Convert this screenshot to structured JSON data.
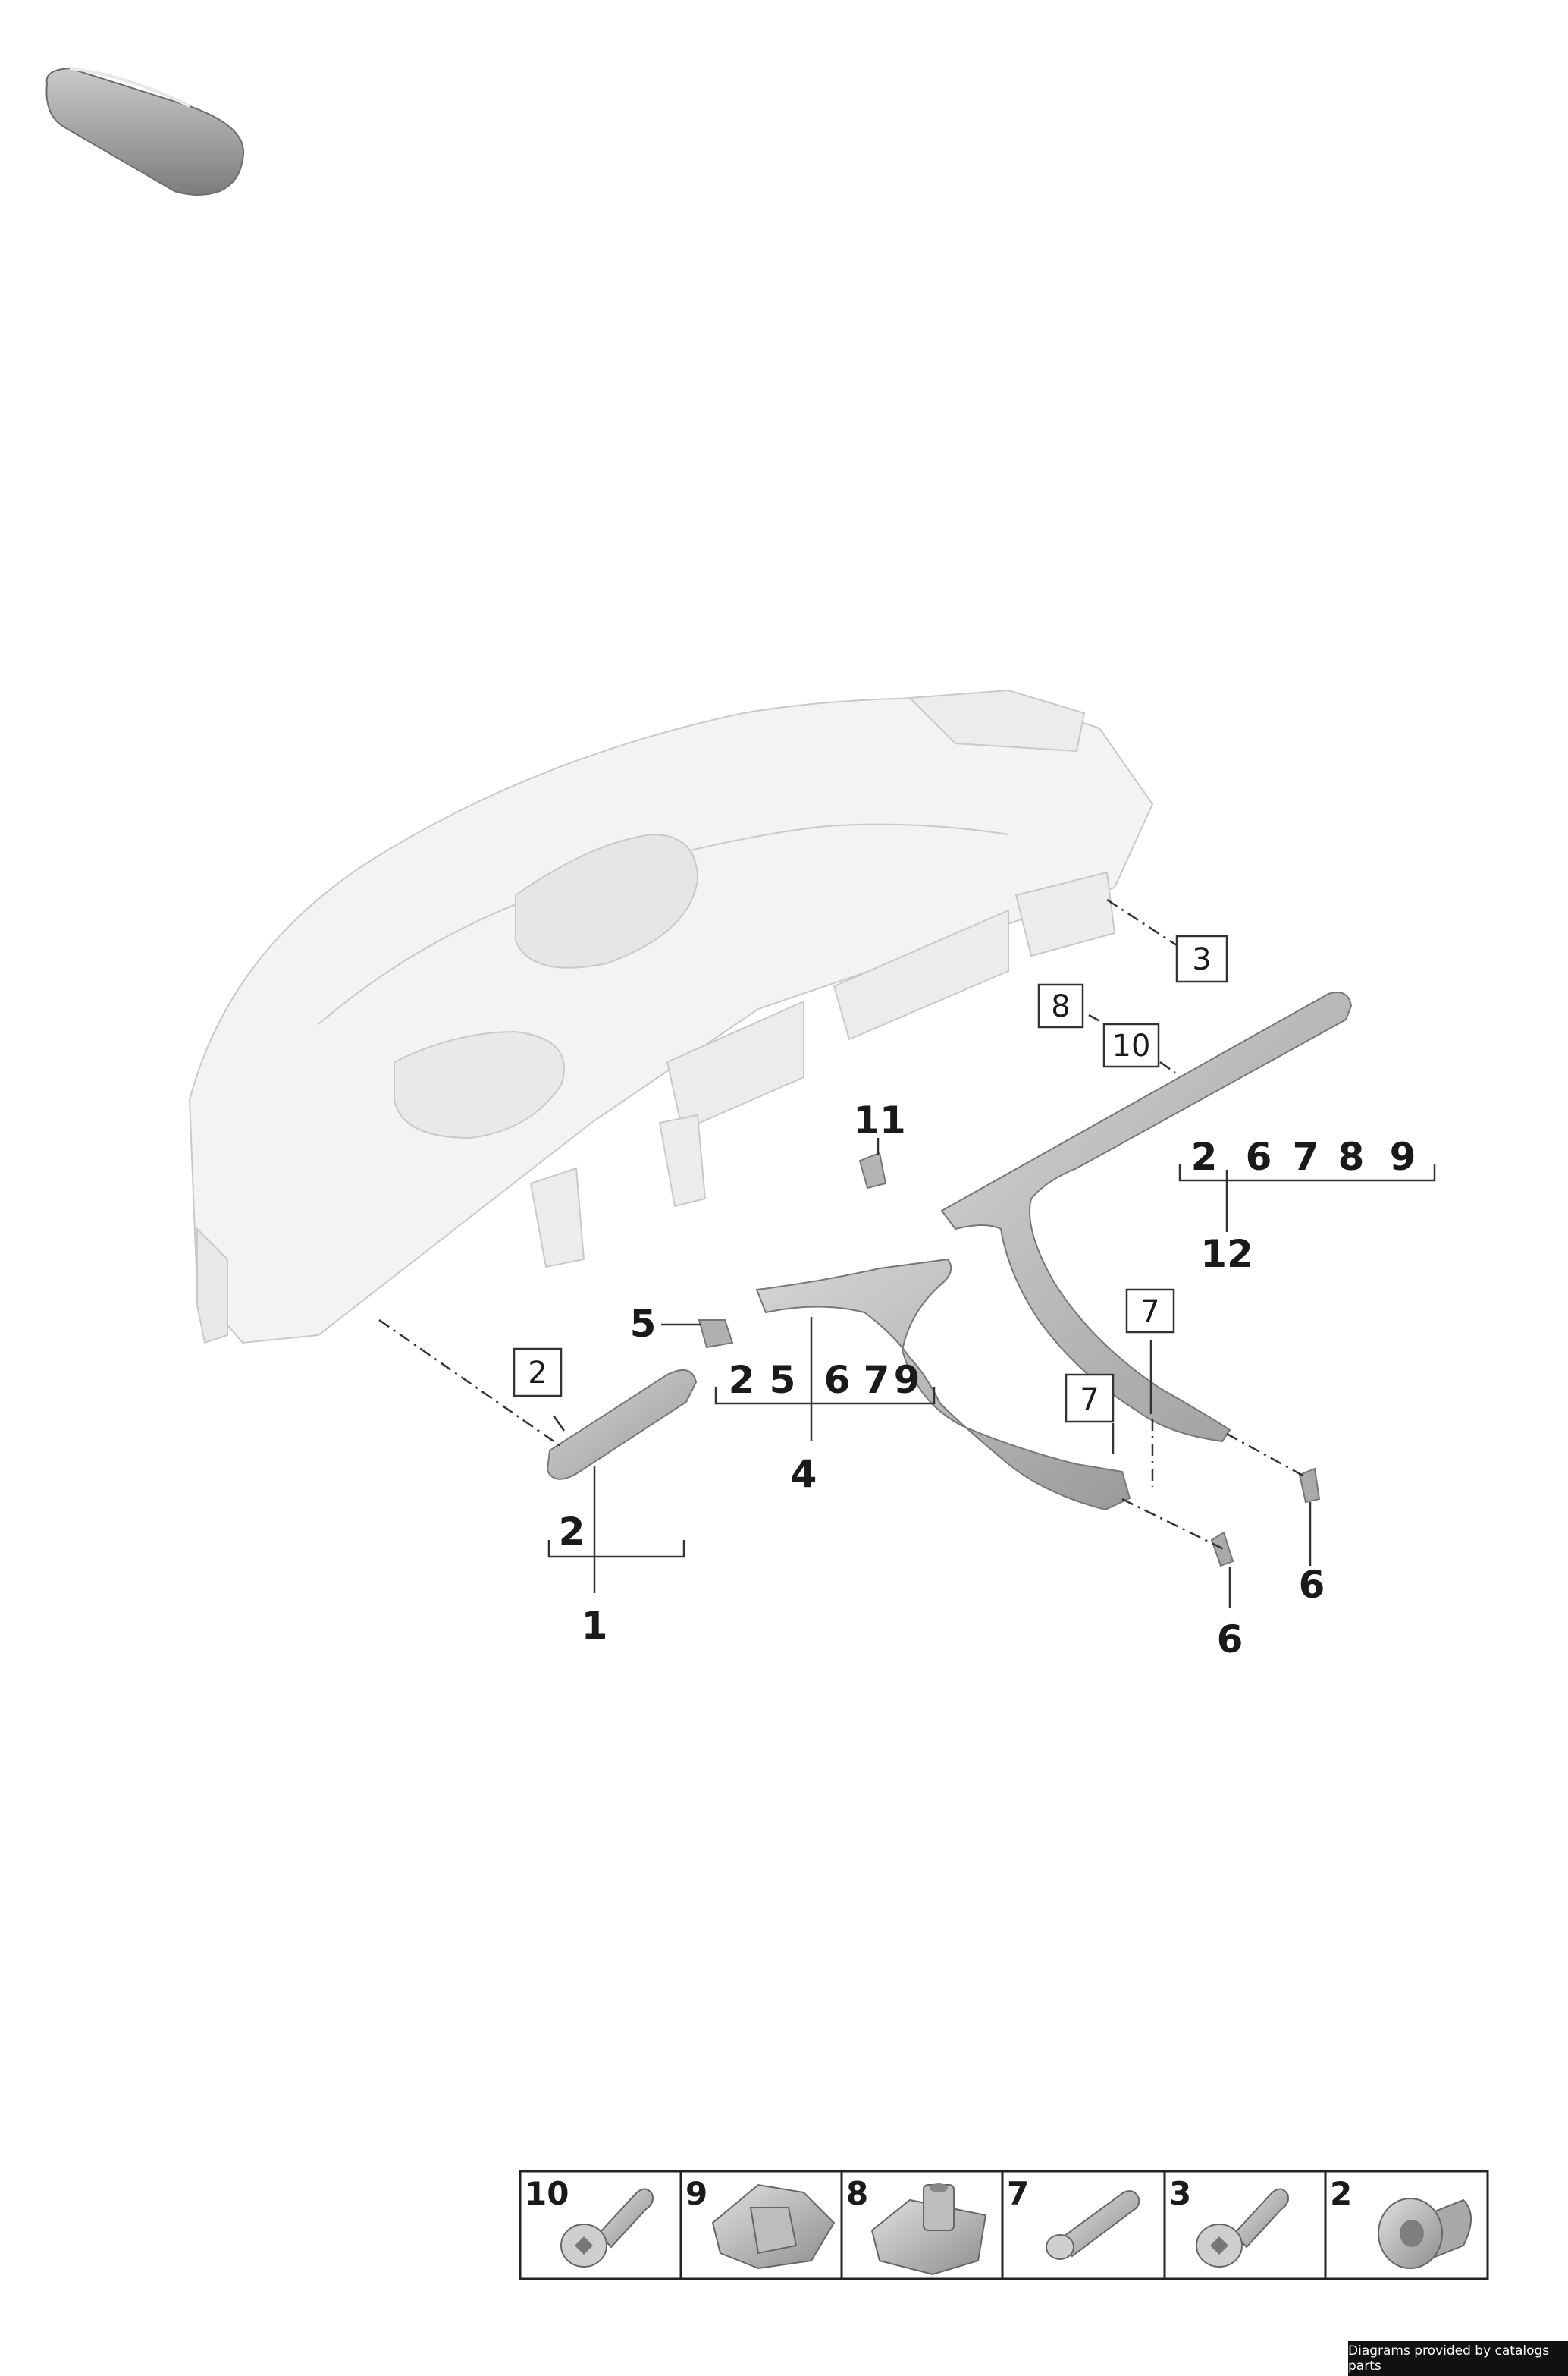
{
  "diagram": {
    "callouts": {
      "c1": "1",
      "c2_box": "2",
      "c2_sub": "2",
      "c3_box": "3",
      "c4": "4",
      "c4_subs": [
        "2",
        "5",
        "6",
        "7",
        "9"
      ],
      "c5": "5",
      "c6a": "6",
      "c6b": "6",
      "c7a_box": "7",
      "c7b_box": "7",
      "c8_box": "8",
      "c10_box": "10",
      "c11": "11",
      "c12": "12",
      "c12_subs": [
        "2",
        "6",
        "7",
        "8",
        "9"
      ]
    },
    "legend": [
      {
        "num": "10",
        "icon": "torx-screw-icon"
      },
      {
        "num": "9",
        "icon": "spring-clip-icon"
      },
      {
        "num": "8",
        "icon": "clip-nut-icon"
      },
      {
        "num": "7",
        "icon": "expansion-rivet-icon"
      },
      {
        "num": "3",
        "icon": "torx-screw-icon"
      },
      {
        "num": "2",
        "icon": "flange-nut-icon"
      }
    ]
  },
  "footer": {
    "credit": "Diagrams provided by catalogs parts"
  }
}
